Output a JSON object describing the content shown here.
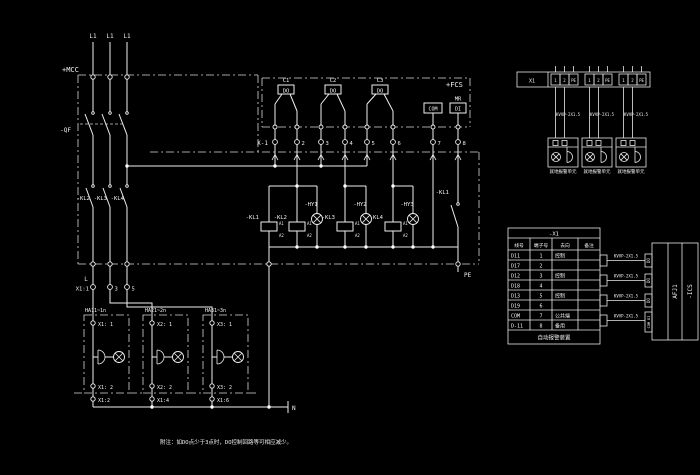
{
  "colors": {
    "background": "#000000",
    "line": "#efefef",
    "text": "#f2f2f2"
  },
  "power": {
    "phase_labels": [
      "L1",
      "L1",
      "L1"
    ],
    "mcc_label": "+MCC",
    "breaker_label": "-QF",
    "contactor_labels": [
      "-KL2",
      "-KL3",
      "-KL4"
    ],
    "live_label": "L"
  },
  "fcs": {
    "box_label": "+FCS",
    "channels": [
      {
        "name": "C1",
        "box": "DO"
      },
      {
        "name": "C2",
        "box": "DO"
      },
      {
        "name": "C3",
        "box": "DO"
      }
    ],
    "com_label": "COM",
    "mr_label": "MR",
    "di_label": "DI"
  },
  "terminal_row": {
    "strip_label": "X-1",
    "numbers": [
      "2",
      "3",
      "4",
      "5",
      "6",
      "7",
      "8"
    ]
  },
  "relays": {
    "coil_labels": [
      "-KL1",
      "-KL2",
      "-KL3",
      "-KL4"
    ],
    "a1": "A1",
    "a2": "A2",
    "lamp_labels": [
      "-HY1",
      "-HY2",
      "-HY3"
    ],
    "feedback_contact": "-KL1"
  },
  "ground": {
    "pe_label": "PE",
    "neutral_label": "N"
  },
  "x1_strip": {
    "t1_label": "X1:1",
    "t3_label": "3",
    "t5_label": "5"
  },
  "alarm_units": [
    {
      "title": "HA11~1n",
      "top": "X1: 1",
      "bottom": "X1: 2",
      "ext": "X1:2"
    },
    {
      "title": "HA21~2n",
      "top": "X2: 1",
      "bottom": "X2: 2",
      "ext": "X1:4"
    },
    {
      "title": "HA31~3n",
      "top": "X3: 1",
      "bottom": "X3: 2",
      "ext": "X1:6"
    }
  ],
  "strip_view": {
    "strip_label": "X1",
    "cells": [
      "1",
      "2",
      "PE",
      "1",
      "2",
      "PE",
      "1",
      "2",
      "PE"
    ],
    "cable_label": "KVVP-2X1.5",
    "unit_label": "就地报警单元"
  },
  "table": {
    "title": "-X1",
    "headers": [
      "线号",
      "端子号",
      "去向",
      "备注"
    ],
    "rows": [
      [
        "D11",
        "1",
        "控制",
        ""
      ],
      [
        "D17",
        "2",
        "",
        ""
      ],
      [
        "D12",
        "3",
        "控制",
        ""
      ],
      [
        "D18",
        "4",
        "",
        ""
      ],
      [
        "D13",
        "5",
        "控制",
        ""
      ],
      [
        "D19",
        "6",
        "",
        ""
      ],
      [
        "COM",
        "7",
        "公共端",
        ""
      ],
      [
        "D-11",
        "8",
        "备用",
        ""
      ]
    ],
    "footer": "自动报警装置",
    "cable_label": "KVVP-2X1.5",
    "ics": {
      "tab_labels": [
        "DO",
        "DO",
        "DO",
        "COM DI"
      ],
      "card_label": "AFJ1",
      "system_label": "-ICS"
    }
  },
  "note": "附注：如DO点少于3点时，DO控制回路等可相应减少。"
}
